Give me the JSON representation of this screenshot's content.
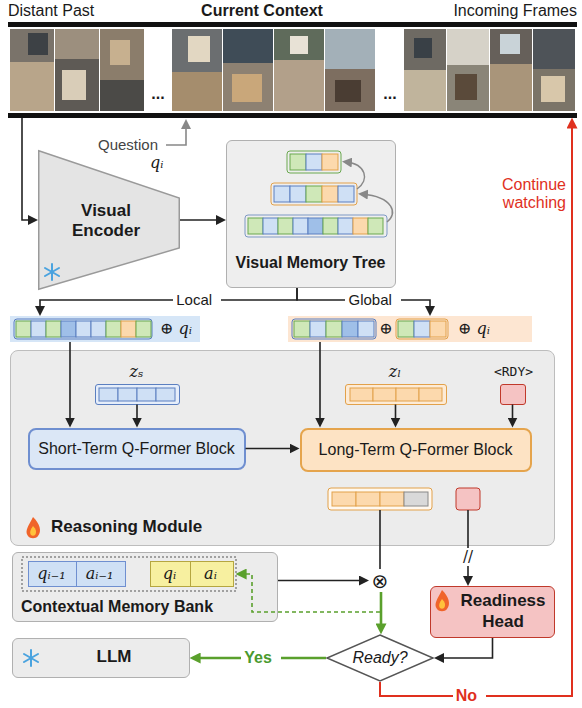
{
  "diagram": {
    "nodes": [
      {
        "text": [
          "Distant Past",
          "Current Context",
          "Incoming Frames"
        ]
      },
      {
        "text": [
          "Visual Encoder"
        ]
      },
      {
        "text": [
          "Visual Memory Tree"
        ]
      },
      {
        "text": [
          "⊕ qᵢ"
        ]
      },
      {
        "text": [
          "⊕",
          "⊕ qᵢ"
        ]
      },
      {
        "text": [
          "Reasoning Module"
        ]
      },
      {
        "text": [
          "zₛ"
        ],
        "in": 5
      },
      {
        "text": [
          "zₗ"
        ],
        "in": 5
      },
      {
        "text": [
          "<RDY>"
        ],
        "in": 5
      },
      {
        "text": [
          "Short-Term Q-Former Block"
        ],
        "in": 5
      },
      {
        "text": [
          "Long-Term Q-Former Block"
        ],
        "in": 5
      },
      {
        "text": [
          "Contextual Memory Bank"
        ]
      },
      {
        "text": [
          "qᵢ₋₁"
        ],
        "in": 11
      },
      {
        "text": [
          "aᵢ₋₁"
        ],
        "in": 11
      },
      {
        "text": [
          "qᵢ"
        ],
        "in": 11
      },
      {
        "text": [
          "aᵢ"
        ],
        "in": 11
      },
      {
        "text": [
          "⊗"
        ]
      },
      {
        "text": [
          "Readiness Head"
        ]
      },
      {
        "text": [
          "Ready?"
        ]
      },
      {
        "text": [
          "LLM"
        ]
      }
    ],
    "edges": [
      {
        "from": 0,
        "to": 1,
        "arrow": "to"
      },
      {
        "from": 1,
        "to": 2,
        "arrow": "to"
      },
      {
        "from": 2,
        "to": 3,
        "label": "Local",
        "arrow": "to"
      },
      {
        "from": 2,
        "to": 4,
        "label": "Global",
        "arrow": "to"
      },
      {
        "from": 3,
        "to": 9,
        "arrow": "to"
      },
      {
        "from": 6,
        "to": 9,
        "arrow": "to"
      },
      {
        "from": 4,
        "to": 10,
        "arrow": "to"
      },
      {
        "from": 7,
        "to": 10,
        "arrow": "to"
      },
      {
        "from": 8,
        "to": 10,
        "arrow": "to"
      },
      {
        "from": 9,
        "to": 10,
        "arrow": "to"
      },
      {
        "from": 11,
        "to": 16,
        "arrow": "to"
      },
      {
        "from": 16,
        "to": 18,
        "arrow": "to"
      },
      {
        "from": 17,
        "to": 18,
        "arrow": "to"
      },
      {
        "from": 18,
        "to": 19,
        "label": "Yes",
        "arrow": "to"
      },
      {
        "from": 18,
        "to": 0,
        "label": "No",
        "arrow": "to"
      }
    ],
    "labels": [
      "...",
      "...",
      "Question",
      "qᵢ",
      "Continue watching",
      "//"
    ]
  }
}
